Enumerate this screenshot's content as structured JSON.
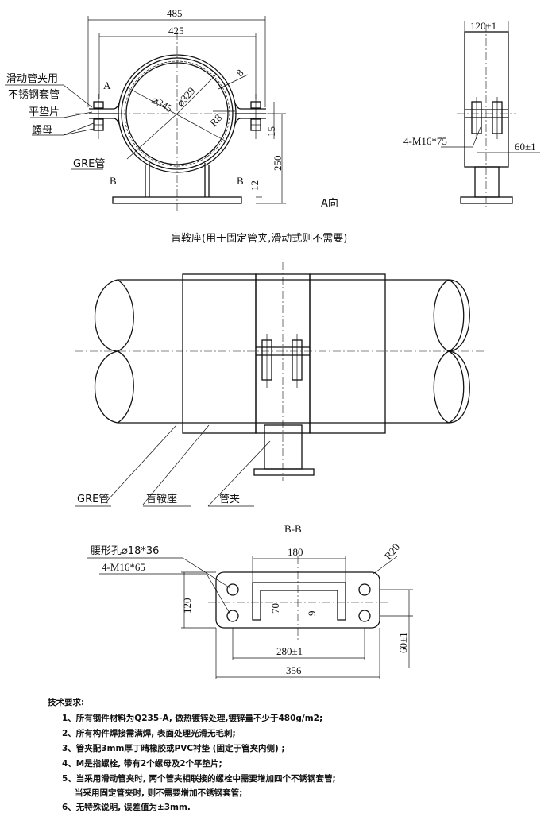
{
  "front_view": {
    "dim_485": "485",
    "dim_425": "425",
    "dia_345": "⌀345",
    "dia_329": "⌀329",
    "radius_r8": "R8",
    "thickness_8": "8",
    "dim_15": "15",
    "dim_250": "250",
    "dim_12": "12",
    "section_a": "A",
    "section_b_left": "B",
    "section_b_right": "B",
    "label_sleeve_1": "滑动管夹用",
    "label_sleeve_2": "不锈钢套管",
    "label_washer": "平垫片",
    "label_nut": "螺母",
    "label_gre": "GRE管"
  },
  "side_view": {
    "dim_120": "120±1",
    "bolt_spec": "4-M16*75",
    "dim_60": "60±1",
    "title": "A向"
  },
  "plan_view": {
    "title": "盲鞍座(用于固定管夹,滑动式则不需要)",
    "label_gre": "GRE管",
    "label_saddle": "盲鞍座",
    "label_clamp": "管夹"
  },
  "section_bb": {
    "title": "B-B",
    "slot_spec": "腰形孔⌀18*36",
    "bolt_spec": "4-M16*65",
    "dim_180": "180",
    "dim_r20": "R20",
    "dim_120": "120",
    "dim_70": "70",
    "dim_9": "9",
    "dim_280": "280±1",
    "dim_356": "356",
    "dim_60": "60±1"
  },
  "notes": {
    "heading": "技术要求:",
    "items": [
      "1、所有钢件材料为Q235-A, 做热镀锌处理,镀锌量不少于480g/m2;",
      "2、所有构件焊接需满焊, 表面处理光滑无毛刺;",
      "3、管夹配3mm厚丁晴橡胶或PVC衬垫 (固定于管夹内侧) ;",
      "4、M是指螺栓, 带有2个螺母及2个平垫片;",
      "5、当采用滑动管夹时, 两个管夹相联接的螺栓中需要增加四个不锈钢套管;",
      "当采用固定管夹时, 则不需要增加不锈钢套管;",
      "6、无特殊说明, 误差值为±3mm."
    ]
  }
}
